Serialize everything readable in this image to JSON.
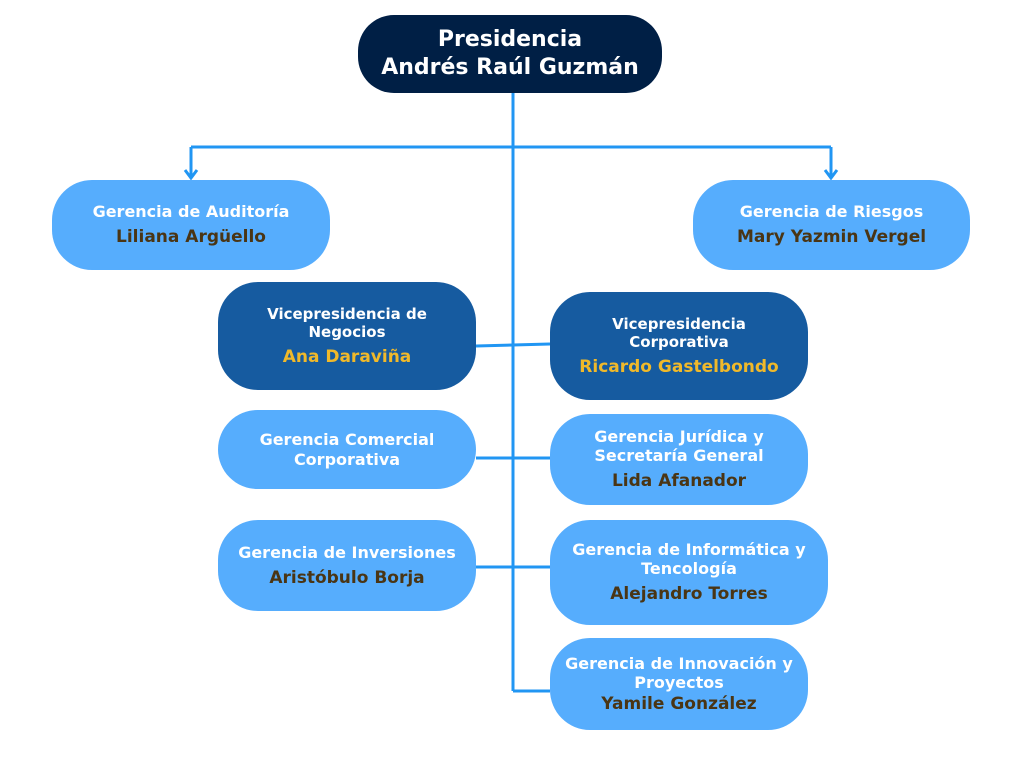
{
  "colors": {
    "navy": "#001f45",
    "light": "#56adfd",
    "dark": "#165ba0",
    "line": "#2196f3",
    "gold": "#f0b92a",
    "brown": "#4a3514"
  },
  "nodes": {
    "presidencia": {
      "title": "Presidencia",
      "person": "Andrés Raúl Guzmán"
    },
    "auditoria": {
      "title": "Gerencia de Auditoría",
      "person": "Liliana Argüello"
    },
    "riesgos": {
      "title": "Gerencia de Riesgos",
      "person": "Mary Yazmin Vergel"
    },
    "vp_negocios": {
      "title": "Vicepresidencia de Negocios",
      "person": "Ana Daraviña"
    },
    "vp_corporativa": {
      "title": "Vicepresidencia Corporativa",
      "person": "Ricardo Gastelbondo"
    },
    "comercial": {
      "title": "Gerencia Comercial Corporativa"
    },
    "juridica": {
      "title": "Gerencia Jurídica y Secretaría General",
      "person": "Lida Afanador"
    },
    "inversiones": {
      "title": "Gerencia de Inversiones",
      "person": "Aristóbulo Borja"
    },
    "informatica": {
      "title": "Gerencia de Informática y Tencología",
      "person": "Alejandro Torres"
    },
    "innovacion": {
      "title": "Gerencia de Innovación y Proyectos",
      "person": "Yamile González"
    }
  }
}
